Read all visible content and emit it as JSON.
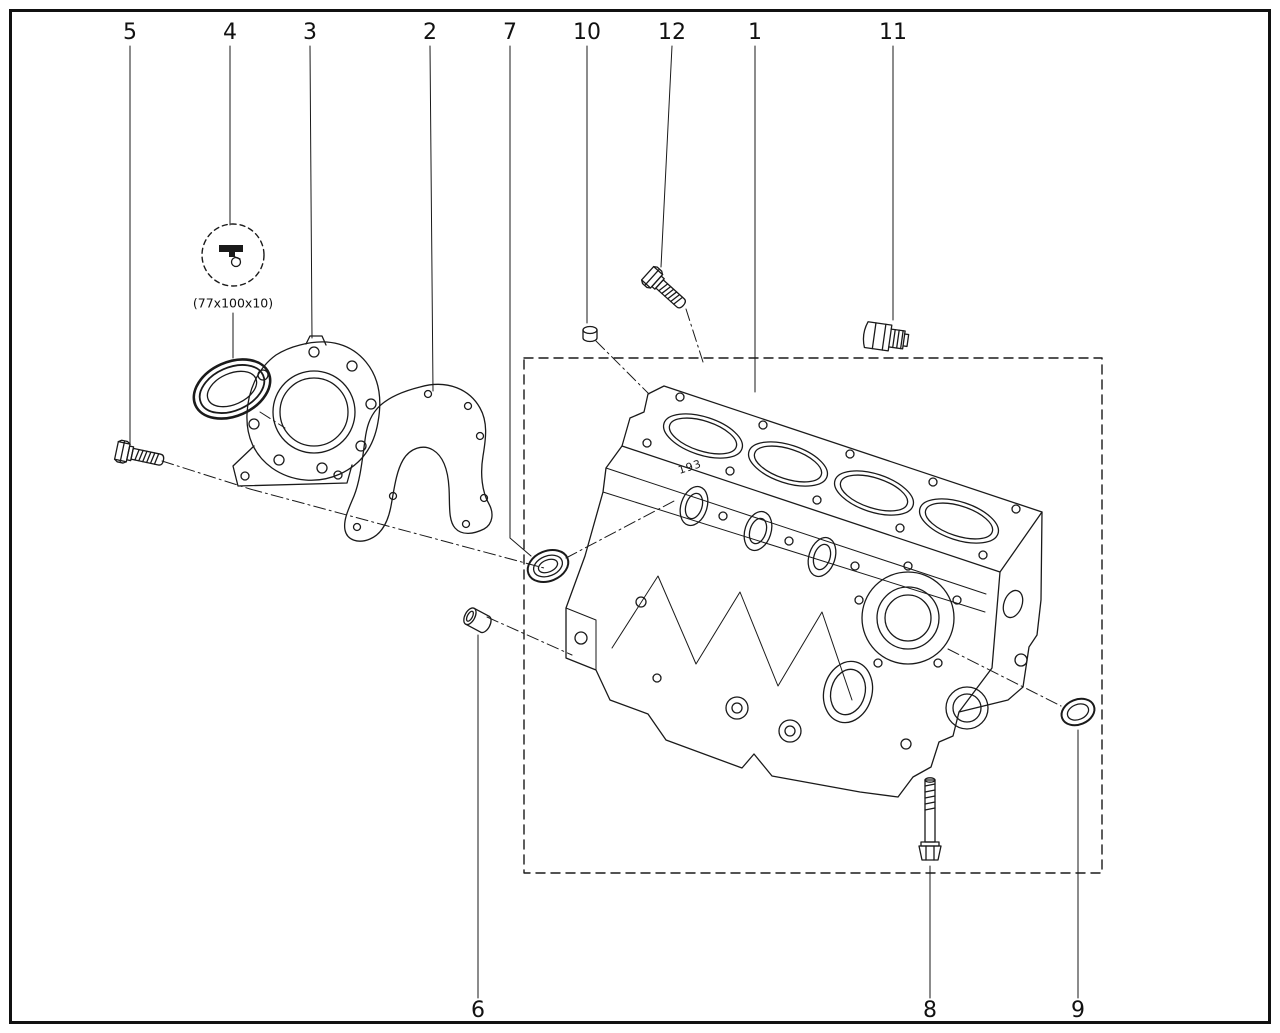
{
  "diagram": {
    "background": "#ffffff",
    "line_color": "#1a1a1a",
    "callouts": {
      "c1": "1",
      "c2": "2",
      "c3": "3",
      "c4": "4",
      "c5": "5",
      "c6": "6",
      "c7": "7",
      "c8": "8",
      "c9": "9",
      "c10": "10",
      "c11": "11",
      "c12": "12"
    },
    "seal_dimension_label": "(77x100x10)",
    "block_marking": "193"
  }
}
